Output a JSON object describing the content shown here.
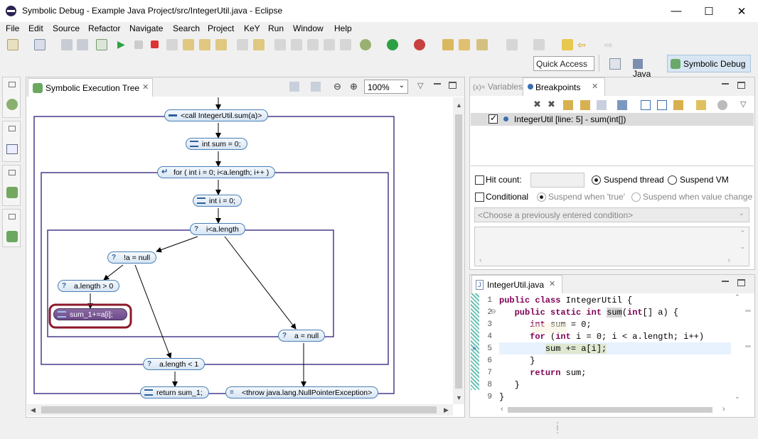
{
  "window": {
    "title": "Symbolic Debug - Example Java Project/src/IntegerUtil.java - Eclipse"
  },
  "menu": [
    "File",
    "Edit",
    "Source",
    "Refactor",
    "Navigate",
    "Search",
    "Project",
    "KeY",
    "Run",
    "Window",
    "Help"
  ],
  "perspectives": {
    "quick_access": "Quick Access",
    "java": "Java",
    "symbolic_debug": "Symbolic Debug"
  },
  "tree_view": {
    "tab_title": "Symbolic Execution Tree",
    "zoom": "100%",
    "nodes": {
      "call": "<call IntegerUtil.sum(a)>",
      "sum_init": "int sum = 0;",
      "for_loop": "for ( int i = 0; i<a.length; i++ )",
      "i_init": "int i = 0;",
      "cond": "i<a.length",
      "a_null_branch": "!a = null",
      "len_gt": "a.length > 0",
      "sum_stmt": "sum_1+=a[i];",
      "a_eq_null": "a = null",
      "len_lt": "a.length < 1",
      "return": "return sum_1;",
      "throw": "<throw java.lang.NullPointerException>"
    }
  },
  "right_top": {
    "tab_variables": "Variables",
    "tab_breakpoints": "Breakpoints",
    "breakpoint": "IntegerUtil [line: 5] - sum(int[])",
    "hit_count": "Hit count:",
    "suspend_thread": "Suspend thread",
    "suspend_vm": "Suspend VM",
    "conditional": "Conditional",
    "suspend_true": "Suspend when 'true'",
    "suspend_change": "Suspend when value change",
    "condition_placeholder": "<Choose a previously entered condition>"
  },
  "editor": {
    "tab_title": "IntegerUtil.java",
    "line_numbers": [
      "1",
      "2",
      "3",
      "4",
      "5",
      "6",
      "7",
      "8",
      "9"
    ]
  }
}
